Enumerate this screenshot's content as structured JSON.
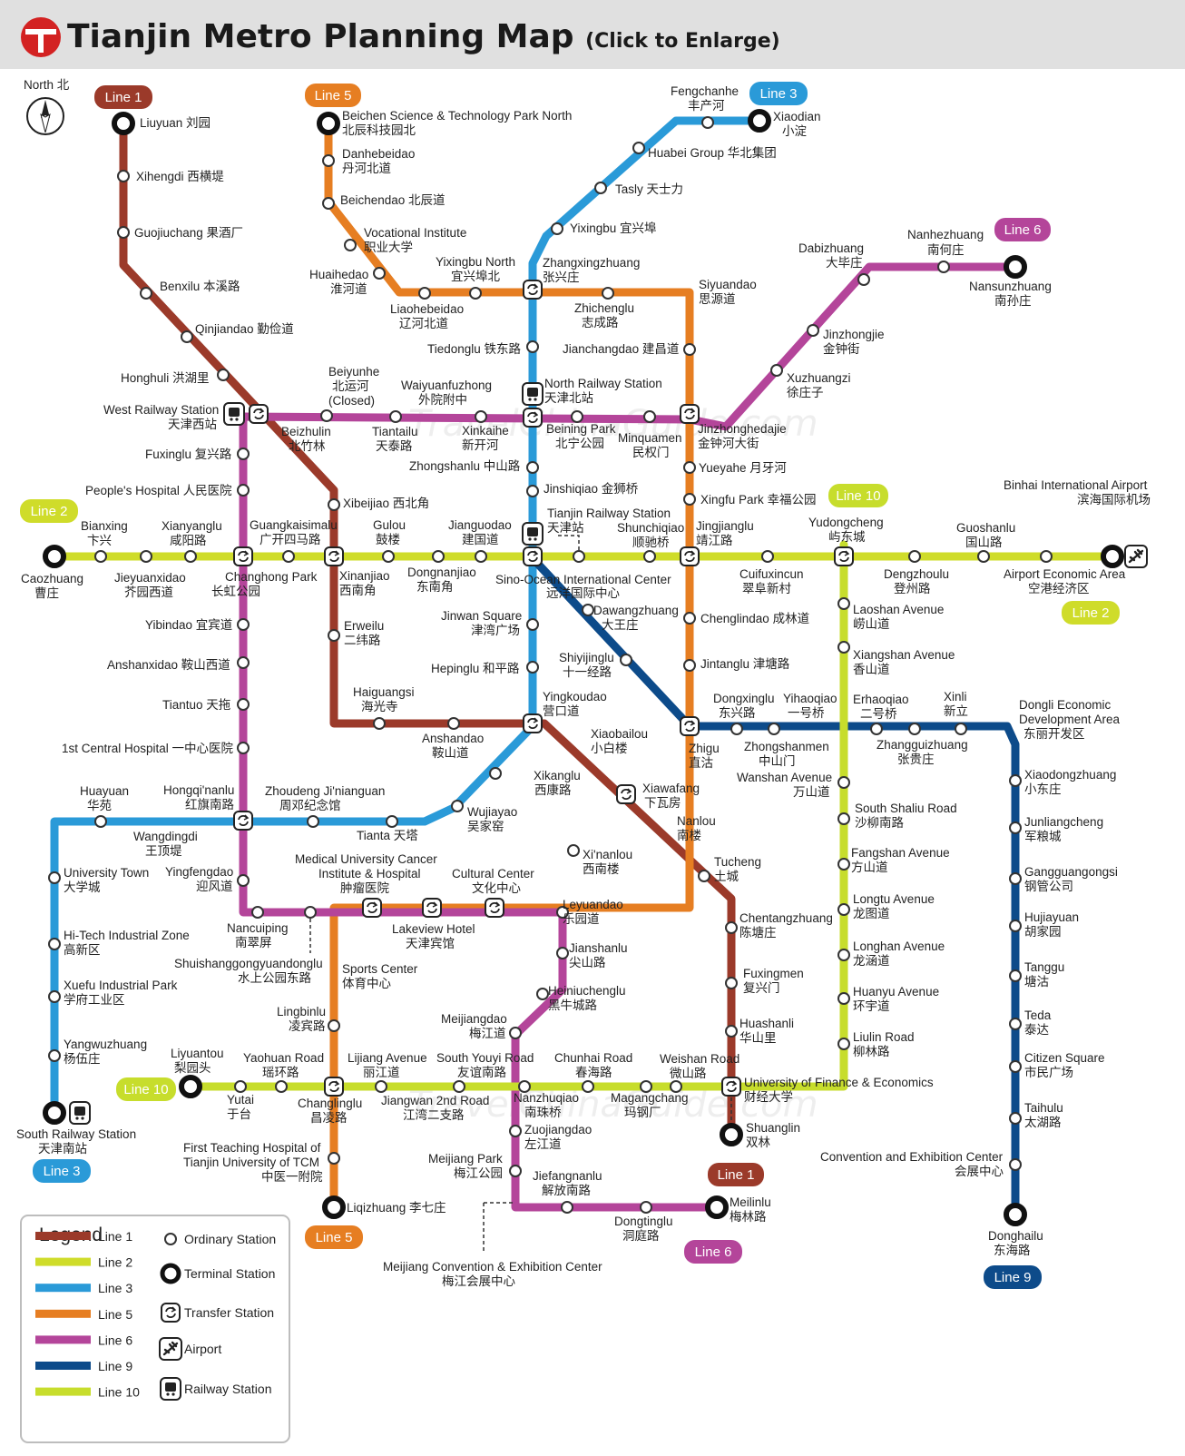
{
  "title": {
    "main": "Tianjin Metro Planning Map",
    "sub": "(Click to Enlarge)"
  },
  "north": {
    "label": "North 北"
  },
  "watermark": "TravelChinaGuide.com",
  "colors": {
    "L1": "#9b3a2a",
    "L2": "#cfdc2a",
    "L3": "#2a9ad8",
    "L5": "#e67e22",
    "L6": "#b4459a",
    "L9": "#0d4b8a",
    "L10": "#c7dd2c"
  },
  "line_tags": [
    {
      "key": "L1",
      "text": "Line 1"
    },
    {
      "key": "L5",
      "text": "Line 5"
    },
    {
      "key": "L3",
      "text": "Line 3"
    },
    {
      "key": "L6",
      "text": "Line 6"
    },
    {
      "key": "L2",
      "text": "Line 2"
    },
    {
      "key": "L10",
      "text": "Line 10"
    },
    {
      "key": "L2",
      "text": "Line 2"
    },
    {
      "key": "L10",
      "text": "Line 10"
    },
    {
      "key": "L3",
      "text": "Line 3"
    },
    {
      "key": "L5",
      "text": "Line 5"
    },
    {
      "key": "L1",
      "text": "Line 1"
    },
    {
      "key": "L6",
      "text": "Line 6"
    },
    {
      "key": "L9",
      "text": "Line 9"
    }
  ],
  "labels": [
    "Liuyuan 刘园",
    "Xihengdi 西横堤",
    "Guojiuchang 果酒厂",
    "Benxilu 本溪路",
    "Qinjiandao 勤俭道",
    "Honghuli 洪湖里",
    "West Railway Station",
    "天津西站",
    "Fuxinglu 复兴路",
    "People's Hospital 人民医院",
    "Beizhulin",
    "北竹林",
    "Xibeijiao 西北角",
    "Beichen Science & Technology Park North",
    "北辰科技园北",
    "Danhebeidao",
    "丹河北道",
    "Beichendao 北辰道",
    "Vocational Institute",
    "职业大学",
    "Huaihedao",
    "淮河道",
    "Yixingbu North",
    "宜兴埠北",
    "Liaohebeidao",
    "辽河北道",
    "Zhangxingzhuang",
    "张兴庄",
    "Zhichenglu",
    "志成路",
    "Siyuandao",
    "思源道",
    "Tiedonglu 铁东路",
    "Jianchangdao 建昌道",
    "Fengchanhe",
    "丰产河",
    "Xiaodian",
    "小淀",
    "Huabei Group 华北集团",
    "Tasly 天士力",
    "Yixingbu 宜兴埠",
    "Nanhezhuang",
    "南何庄",
    "Dabizhuang",
    "大毕庄",
    "Nansunzhuang",
    "南孙庄",
    "Jinzhongjie",
    "金钟街",
    "Xuzhuangzi",
    "徐庄子",
    "Beiyunhe",
    "北运河",
    "(Closed)",
    "Waiyuanfuzhong",
    "外院附中",
    "North Railway Station",
    "天津北站",
    "Tiantailu",
    "天泰路",
    "Xinkaihe",
    "新开河",
    "Beining Park",
    "北宁公园",
    "Minquamen",
    "民权门",
    "Jinzhonghedajie",
    "金钟河大街",
    "Yueyahe 月牙河",
    "Zhongshanlu 中山路",
    "Jinshiqiao 金狮桥",
    "Xingfu Park 幸福公园",
    "Binhai International Airport",
    "滨海国际机场",
    "Bianxing",
    "卞兴",
    "Xianyanglu",
    "咸阳路",
    "Guangkaisimalu",
    "广开四马路",
    "Gulou",
    "鼓楼",
    "Jianguodao",
    "建国道",
    "Tianjin Railway Station",
    "天津站",
    "Shunchiqiao",
    "顺驰桥",
    "Jingjianglu",
    "靖江路",
    "Yudongcheng",
    "屿东城",
    "Guoshanlu",
    "国山路",
    "Caozhuang",
    "曹庄",
    "Jieyuanxidao",
    "芥园西道",
    "Changhong Park",
    "长虹公园",
    "Xinanjiao",
    "西南角",
    "Dongnanjiao",
    "东南角",
    "Sino-Ocean International Center",
    "远洋国际中心",
    "Cuifuxincun",
    "翠阜新村",
    "Dengzhoulu",
    "登州路",
    "Airport Economic Area",
    "空港经济区",
    "Yibindao 宜宾道",
    "Erweilu",
    "二纬路",
    "Jinwan Square",
    "津湾广场",
    "Dawangzhuang",
    "大王庄",
    "Chenglindao 成林道",
    "Laoshan Avenue",
    "崂山道",
    "Anshanxidao 鞍山西道",
    "Hepinglu 和平路",
    "Shiyijinglu",
    "十一经路",
    "Jintanglu 津塘路",
    "Xiangshan Avenue",
    "香山道",
    "Tiantuo 天拖",
    "Haiguangsi",
    "海光寺",
    "Yingkoudao",
    "营口道",
    "Dongxinglu",
    "东兴路",
    "Yihaoqiao",
    "一号桥",
    "Erhaoqiao",
    "二号桥",
    "Xinli",
    "新立",
    "Dongli Economic",
    "Development Area",
    "东丽开发区",
    "Anshandao",
    "鞍山道",
    "1st Central Hospital 一中心医院",
    "Xiaobailou",
    "小白楼",
    "Zhigu",
    "直沽",
    "Zhongshanmen",
    "中山门",
    "Zhangguizhuang",
    "张贵庄",
    "Wanshan Avenue",
    "万山道",
    "Xikanglu",
    "西康路",
    "Huayuan",
    "华苑",
    "Hongqi'nanlu",
    "红旗南路",
    "Zhoudeng Ji'nianguan",
    "周邓纪念馆",
    "Xiawafang",
    "下瓦房",
    "Xiaodongzhuang",
    "小东庄",
    "South Shaliu Road",
    "沙柳南路",
    "Wujiayao",
    "吴家窑",
    "Nanlou",
    "南楼",
    "Wangdingdi",
    "王顶堤",
    "Tianta 天塔",
    "Junliangcheng",
    "军粮城",
    "Fangshan Avenue",
    "方山道",
    "Xi'nanlou",
    "西南楼",
    "Tucheng",
    "土城",
    "Medical University Cancer",
    "Institute & Hospital",
    "肿瘤医院",
    "Cultural Center",
    "文化中心",
    "University Town",
    "大学城",
    "Yingfengdao",
    "迎风道",
    "Gangguangongsi",
    "钢管公司",
    "Longtu Avenue",
    "龙图道",
    "Leyuandao",
    "乐园道",
    "Chentangzhuang",
    "陈塘庄",
    "Hi-Tech Industrial Zone",
    "高新区",
    "Nancuiping",
    "南翠屏",
    "Lakeview Hotel",
    "天津宾馆",
    "Hujiayuan",
    "胡家园",
    "Longhan Avenue",
    "龙涵道",
    "Jianshanlu",
    "尖山路",
    "Shuishanggongyuandonglu",
    "水上公园东路",
    "Sports Center",
    "体育中心",
    "Xuefu Industrial Park",
    "学府工业区",
    "Fuxingmen",
    "复兴门",
    "Heiniuchenglu",
    "黑牛城路",
    "Huanyu Avenue",
    "环宇道",
    "Tanggu",
    "塘沽",
    "Lingbinlu",
    "凌宾路",
    "Meijiangdao",
    "梅江道",
    "Teda",
    "泰达",
    "Huashanli",
    "华山里",
    "Liulin Road",
    "柳林路",
    "Yangwuzhuang",
    "杨伍庄",
    "Liyuantou",
    "梨园头",
    "Yaohuan Road",
    "瑶环路",
    "Lijiang Avenue",
    "丽江道",
    "South Youyi Road",
    "友谊南路",
    "Chunhai Road",
    "春海路",
    "Weishan Road",
    "微山路",
    "Citizen Square",
    "市民广场",
    "University of Finance & Economics",
    "财经大学",
    "Yutai",
    "于台",
    "Changlinglu",
    "昌凌路",
    "Jiangwan 2nd Road",
    "江湾二支路",
    "Nanzhuqiao",
    "南珠桥",
    "Magangchang",
    "玛钢厂",
    "Taihulu",
    "太湖路",
    "South Railway Station",
    "天津南站",
    "Zuojiangdao",
    "左江道",
    "Shuanglin",
    "双林",
    "First Teaching Hospital of",
    "Tianjin University of TCM",
    "中医一附院",
    "Meijiang Park",
    "梅江公园",
    "Convention and Exhibition Center",
    "会展中心",
    "Jiefangnanlu",
    "解放南路",
    "Liqizhuang 李七庄",
    "Meilinlu",
    "梅林路",
    "Donghailu",
    "东海路",
    "Dongtinglu",
    "洞庭路",
    "Meijiang Convention & Exhibition Center",
    "梅江会展中心"
  ],
  "legend": {
    "title": "Legend",
    "lines": [
      {
        "key": "L1",
        "text": "Line 1"
      },
      {
        "key": "L2",
        "text": "Line 2"
      },
      {
        "key": "L3",
        "text": "Line 3"
      },
      {
        "key": "L5",
        "text": "Line 5"
      },
      {
        "key": "L6",
        "text": "Line 6"
      },
      {
        "key": "L9",
        "text": "Line 9"
      },
      {
        "key": "L10",
        "text": "Line 10"
      }
    ],
    "symbols": [
      "Ordinary Station",
      "Terminal Station",
      "Transfer Station",
      "Airport",
      "Railway Station"
    ]
  }
}
